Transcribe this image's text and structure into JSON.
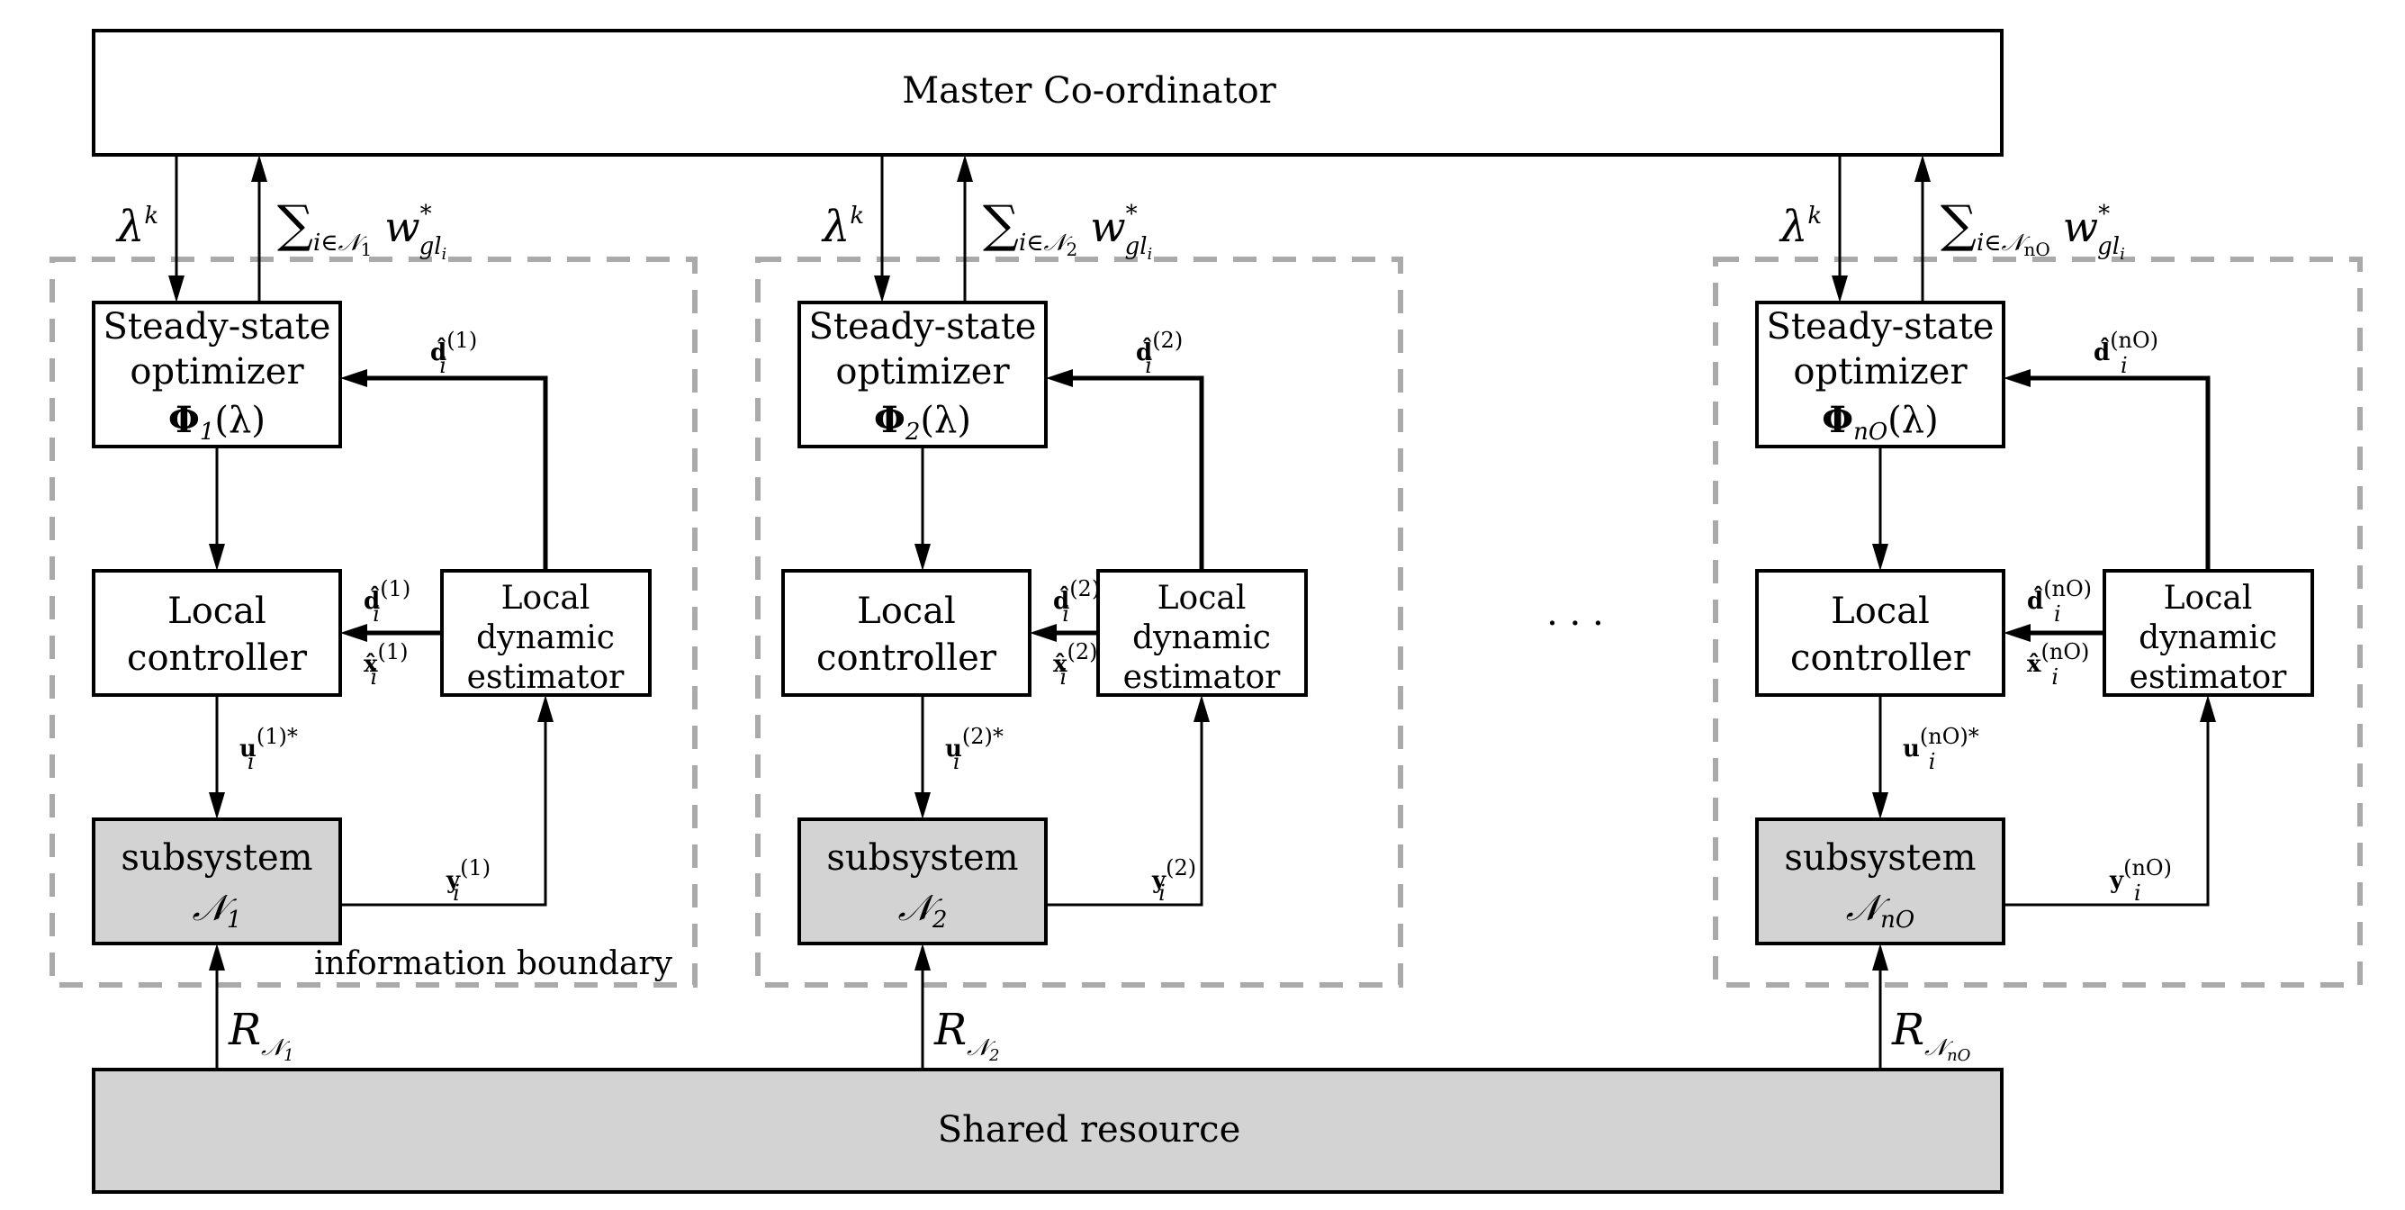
{
  "master": {
    "label": "Master Co-ordinator"
  },
  "shared": {
    "label": "Shared resource"
  },
  "boundary_label": "information boundary",
  "ellipsis": "· · ·",
  "columns": [
    {
      "id": "1",
      "lambda": {
        "base": "λ",
        "sup": "k"
      },
      "sum": {
        "sigma": "∑",
        "sub": "i∈𝒩",
        "subsub": "1",
        "w": "w",
        "wsup": "*",
        "wsub": "gl",
        "wsubsub": "i"
      },
      "optimizer": {
        "line1": "Steady-state",
        "line2": "optimizer",
        "phi": "Φ",
        "phi_sub": "1",
        "phi_arg": "(λ)"
      },
      "controller": {
        "line1": "Local",
        "line2": "controller"
      },
      "estimator": {
        "line1": "Local",
        "line2": "dynamic",
        "line3": "estimator"
      },
      "subsystem": {
        "line1": "subsystem",
        "sym": "𝒩",
        "sym_sub": "1"
      },
      "d_hat_top": {
        "base": "d̂",
        "sub": "i",
        "sup": "(1)"
      },
      "d_hat": {
        "base": "d̂",
        "sub": "i",
        "sup": "(1)"
      },
      "x_hat": {
        "base": "x̂",
        "sub": "i",
        "sup": "(1)"
      },
      "u": {
        "base": "u",
        "sub": "i",
        "sup": "(1)*"
      },
      "y": {
        "base": "y",
        "sub": "i",
        "sup": "(1)"
      },
      "resource": {
        "base": "R",
        "sub": "𝒩",
        "subsub": "1"
      }
    },
    {
      "id": "2",
      "lambda": {
        "base": "λ",
        "sup": "k"
      },
      "sum": {
        "sigma": "∑",
        "sub": "i∈𝒩",
        "subsub": "2",
        "w": "w",
        "wsup": "*",
        "wsub": "gl",
        "wsubsub": "i"
      },
      "optimizer": {
        "line1": "Steady-state",
        "line2": "optimizer",
        "phi": "Φ",
        "phi_sub": "2",
        "phi_arg": "(λ)"
      },
      "controller": {
        "line1": "Local",
        "line2": "controller"
      },
      "estimator": {
        "line1": "Local",
        "line2": "dynamic",
        "line3": "estimator"
      },
      "subsystem": {
        "line1": "subsystem",
        "sym": "𝒩",
        "sym_sub": "2"
      },
      "d_hat_top": {
        "base": "d̂",
        "sub": "i",
        "sup": "(2)"
      },
      "d_hat": {
        "base": "d̂",
        "sub": "i",
        "sup": "(2)"
      },
      "x_hat": {
        "base": "x̂",
        "sub": "i",
        "sup": "(2)"
      },
      "u": {
        "base": "u",
        "sub": "i",
        "sup": "(2)*"
      },
      "y": {
        "base": "y",
        "sub": "i",
        "sup": "(2)"
      },
      "resource": {
        "base": "R",
        "sub": "𝒩",
        "subsub": "2"
      }
    },
    {
      "id": "nO",
      "lambda": {
        "base": "λ",
        "sup": "k"
      },
      "sum": {
        "sigma": "∑",
        "sub": "i∈𝒩",
        "subsub": "nO",
        "w": "w",
        "wsup": "*",
        "wsub": "gl",
        "wsubsub": "i"
      },
      "optimizer": {
        "line1": "Steady-state",
        "line2": "optimizer",
        "phi": "Φ",
        "phi_sub": "nO",
        "phi_arg": "(λ)"
      },
      "controller": {
        "line1": "Local",
        "line2": "controller"
      },
      "estimator": {
        "line1": "Local",
        "line2": "dynamic",
        "line3": "estimator"
      },
      "subsystem": {
        "line1": "subsystem",
        "sym": "𝒩",
        "sym_sub": "nO"
      },
      "d_hat_top": {
        "base": "d̂",
        "sub": "i",
        "sup": "(nO)"
      },
      "d_hat": {
        "base": "d̂",
        "sub": "i",
        "sup": "(nO)"
      },
      "x_hat": {
        "base": "x̂",
        "sub": "i",
        "sup": "(nO)"
      },
      "u": {
        "base": "u",
        "sub": "i",
        "sup": "(nO)*"
      },
      "y": {
        "base": "y",
        "sub": "i",
        "sup": "(nO)"
      },
      "resource": {
        "base": "R",
        "sub": "𝒩",
        "subsub": "nO"
      }
    }
  ]
}
